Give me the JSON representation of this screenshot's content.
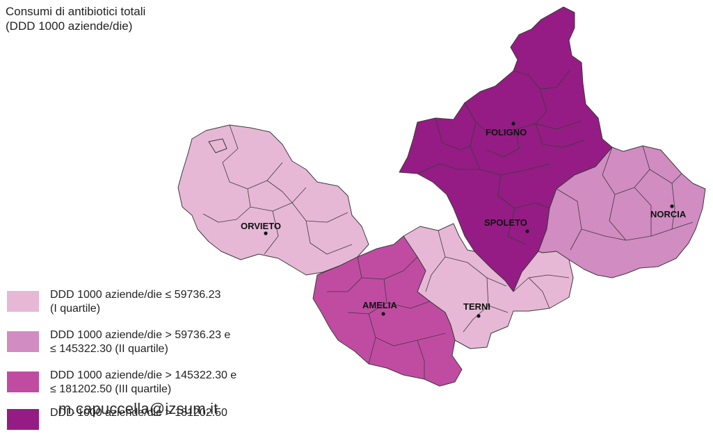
{
  "title": {
    "line1": "Consumi di antibiotici totali",
    "line2": "(DDD 1000 aziende/die)"
  },
  "colors": {
    "q1": "#e6b8d6",
    "q2": "#d18cc2",
    "q3": "#c04ca2",
    "q4": "#951c84",
    "border": "#3a3a3a"
  },
  "cities": [
    {
      "name": "FOLIGNO",
      "quartile": "q4"
    },
    {
      "name": "SPOLETO",
      "quartile": "q4"
    },
    {
      "name": "NORCIA",
      "quartile": "q2"
    },
    {
      "name": "ORVIETO",
      "quartile": "q1"
    },
    {
      "name": "AMELIA",
      "quartile": "q3"
    },
    {
      "name": "TERNI",
      "quartile": "q1"
    }
  ],
  "legend": [
    {
      "line1": "DDD 1000 aziende/die ≤ 59736.23",
      "line2": "(I quartile)",
      "color": "#e6b8d6"
    },
    {
      "line1": "DDD 1000 aziende/die > 59736.23 e",
      "line2": "≤ 145322.30 (II quartile)",
      "color": "#d18cc2"
    },
    {
      "line1": "DDD 1000 aziende/die > 145322.30 e",
      "line2": "≤ 181202.50 (III quartile)",
      "color": "#c04ca2"
    },
    {
      "line1": "DDD 1000 aziende/die > 181202.50",
      "line2": "",
      "color": "#951c84"
    }
  ],
  "watermark": "m.capuccella@izsum.it"
}
